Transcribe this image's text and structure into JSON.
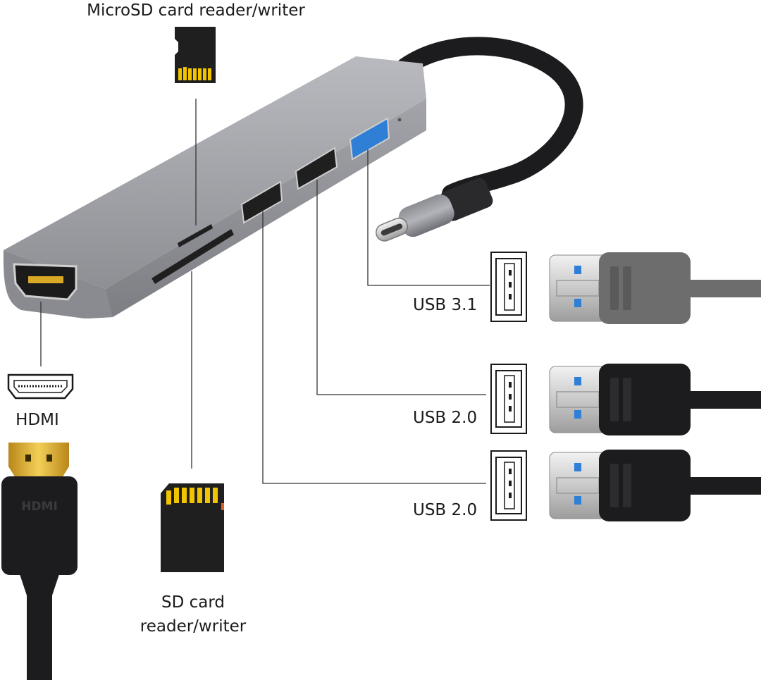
{
  "labels": {
    "microsd": "MicroSD card reader/writer",
    "usb31": "USB 3.1",
    "hdmi": "HDMI",
    "usb20_top": "USB 2.0",
    "usb20_bottom": "USB 2.0",
    "sd_line1": "SD card",
    "sd_line2": "reader/writer",
    "hdmi_plug_text": "HDMI"
  },
  "colors": {
    "hub_body": "#9a9ba0",
    "cable": "#1c1c1e",
    "usb31_accent": "#2f7fd6",
    "card_contacts": "#f2c400",
    "gray_plug": "#6d6d6d",
    "hdmi_gold": "#d9a826"
  },
  "icons": [
    "hdmi-port-icon",
    "usb-port-icon",
    "microsd-card-icon",
    "sd-card-icon",
    "usb-plug-icon",
    "hdmi-plug-icon",
    "usb-c-plug-icon"
  ]
}
